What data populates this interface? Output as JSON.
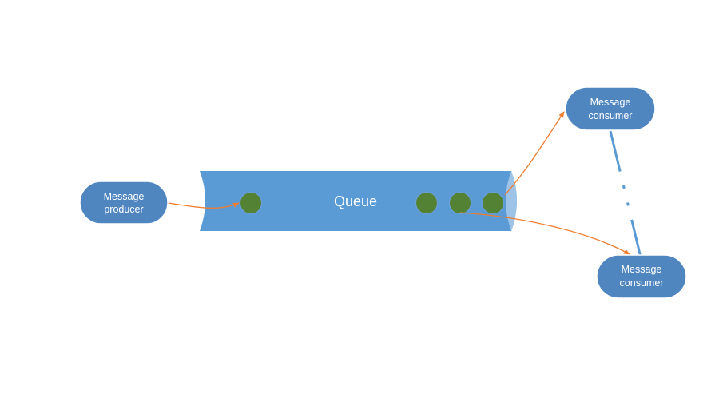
{
  "diagram": {
    "queue": {
      "label": "Queue"
    },
    "producer": {
      "line1": "Message",
      "line2": "producer"
    },
    "consumer_top": {
      "line1": "Message",
      "line2": "consumer"
    },
    "consumer_bottom": {
      "line1": "Message",
      "line2": "consumer"
    },
    "colors": {
      "node_fill": "#4f86c0",
      "node_stroke": "#ffffff",
      "queue_fill": "#5b9bd5",
      "queue_end_fill": "#9dc3e6",
      "message_fill": "#548235",
      "arrow": "#ed7d31",
      "connector": "#5b9bd5"
    }
  }
}
